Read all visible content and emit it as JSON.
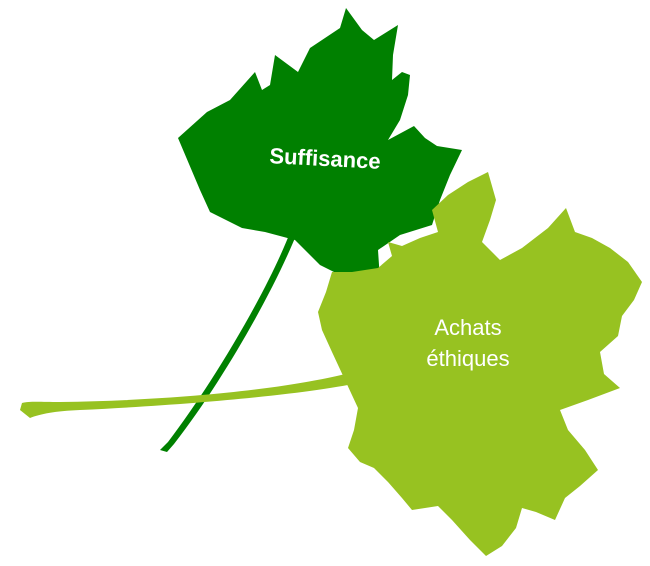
{
  "leaves": [
    {
      "id": "suffisance",
      "label": "Suffisance",
      "color": "#008000"
    },
    {
      "id": "achats-ethiques",
      "lines": [
        "Achats",
        "éthiques"
      ],
      "color": "#97c221"
    }
  ],
  "label_color": "#ffffff",
  "background": "#ffffff"
}
